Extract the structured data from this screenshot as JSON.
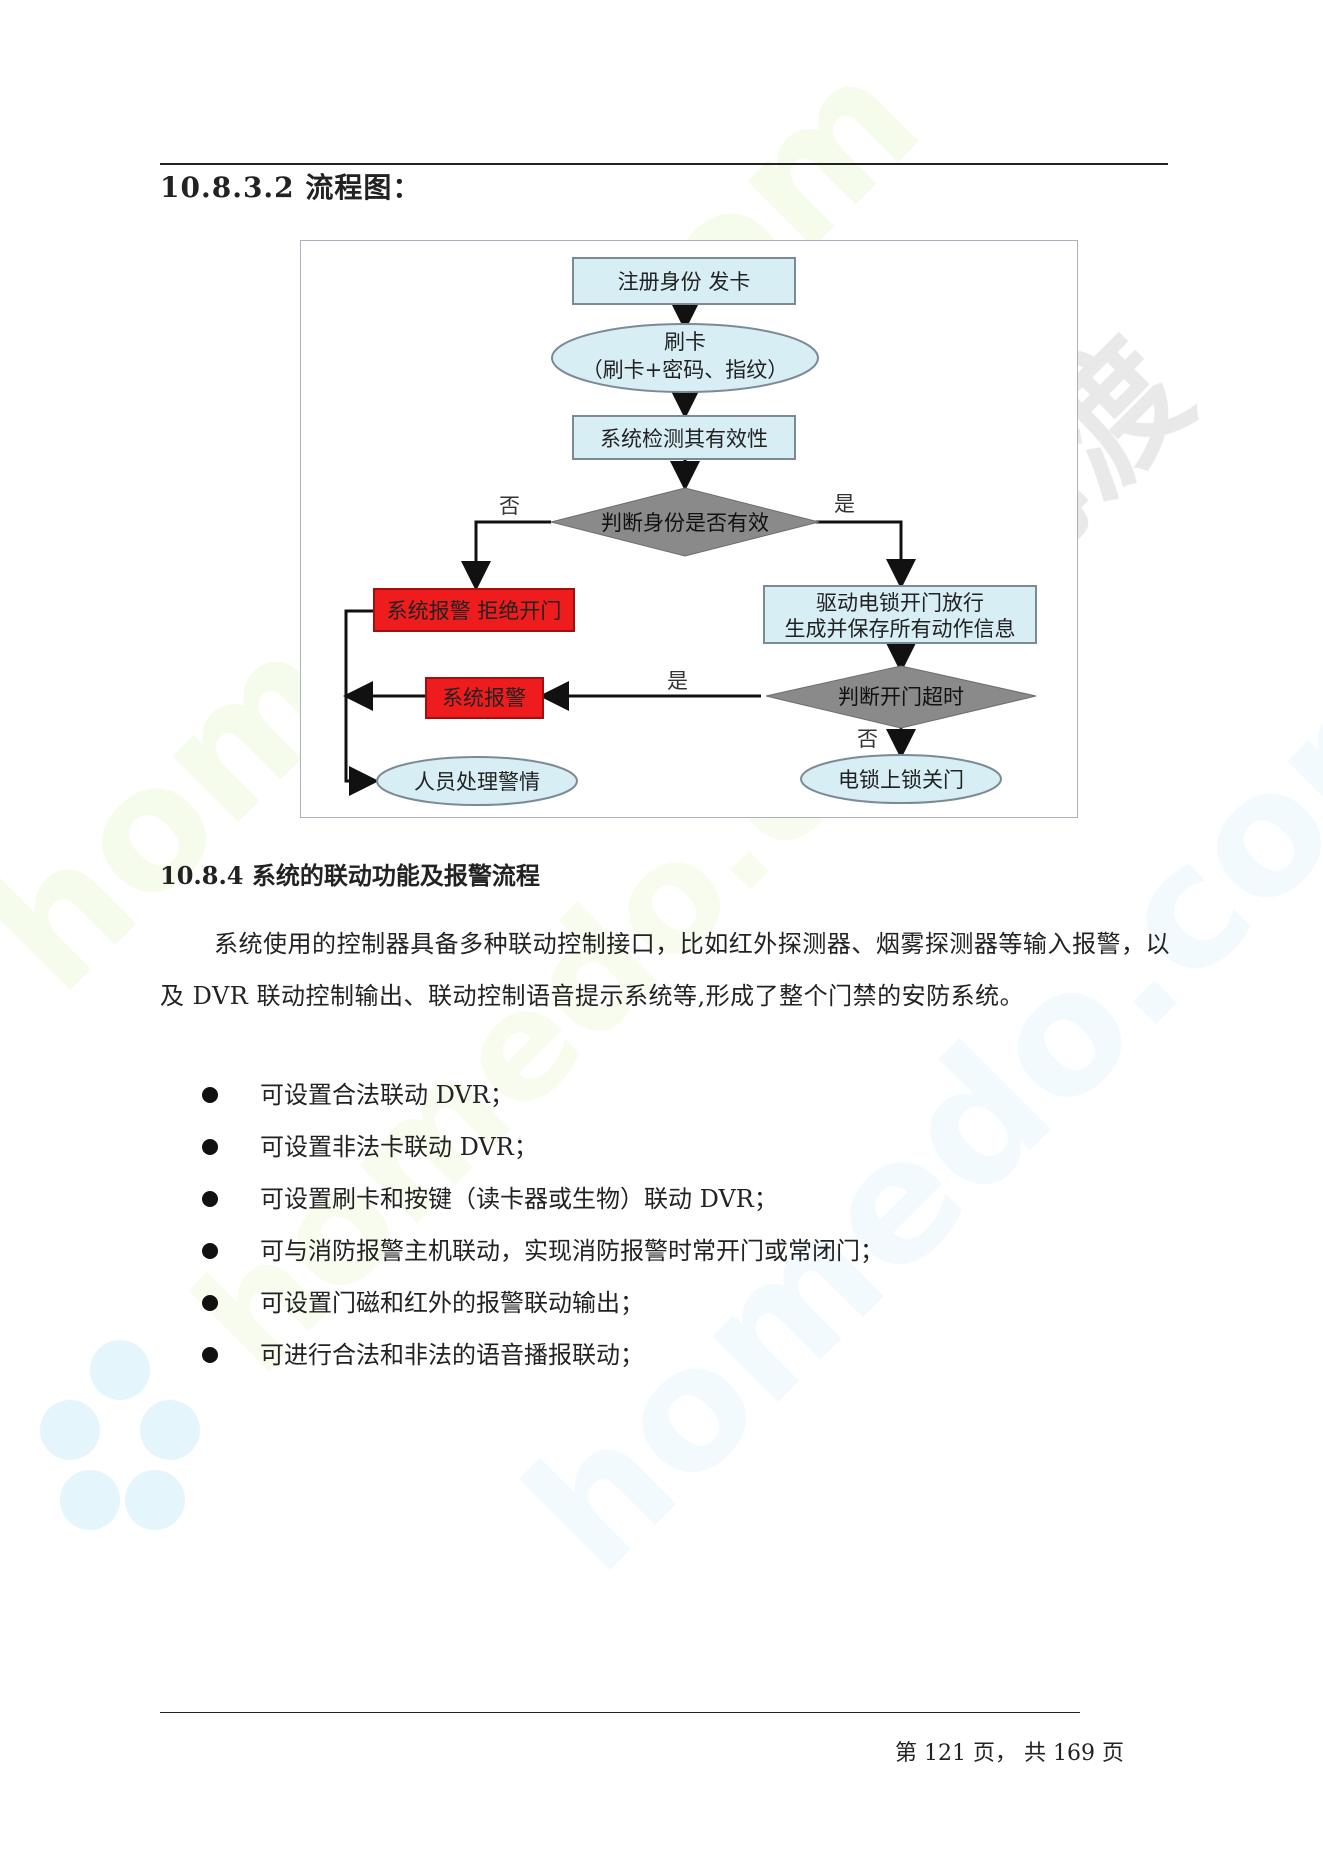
{
  "section": {
    "flowchart_heading": "10.8.3.2 流程图：",
    "heading": "10.8.4 系统的联动功能及报警流程",
    "paragraph": "系统使用的控制器具备多种联动控制接口，比如红外探测器、烟雾探测器等输入报警，以及 DVR 联动控制输出、联动控制语音提示系统等,形成了整个门禁的安防系统。",
    "bullets": [
      "可设置合法联动 DVR；",
      "可设置非法卡联动 DVR；",
      "可设置刷卡和按键（读卡器或生物）联动 DVR；",
      "可与消防报警主机联动，实现消防报警时常开门或常闭门；",
      "可设置门磁和红外的报警联动输出；",
      "可进行合法和非法的语音播报联动；"
    ]
  },
  "flowchart": {
    "register": "注册身份 发卡",
    "swipe_line1": "刷卡",
    "swipe_line2": "（刷卡+密码、指纹）",
    "check": "系统检测其有效性",
    "judge_identity": "判断身份是否有效",
    "no_label_1": "否",
    "yes_label_1": "是",
    "alarm_reject": "系统报警 拒绝开门",
    "drive_line1": "驱动电锁开门放行",
    "drive_line2": "生成并保存所有动作信息",
    "alarm": "系统报警",
    "yes_label_2": "是",
    "judge_timeout": "判断开门超时",
    "no_label_2": "否",
    "staff_handle": "人员处理警情",
    "lock_close": "电锁上锁关门",
    "colors": {
      "box_fill": "#d8eef5",
      "box_stroke": "#7c8a95",
      "diamond_fill": "#8a8a8a",
      "alarm_fill": "#ee1c1c"
    }
  },
  "watermark": {
    "brand": "homedo.com",
    "cn": "河姆渡"
  },
  "footer": {
    "page_text": "第 121 页， 共 169 页"
  }
}
